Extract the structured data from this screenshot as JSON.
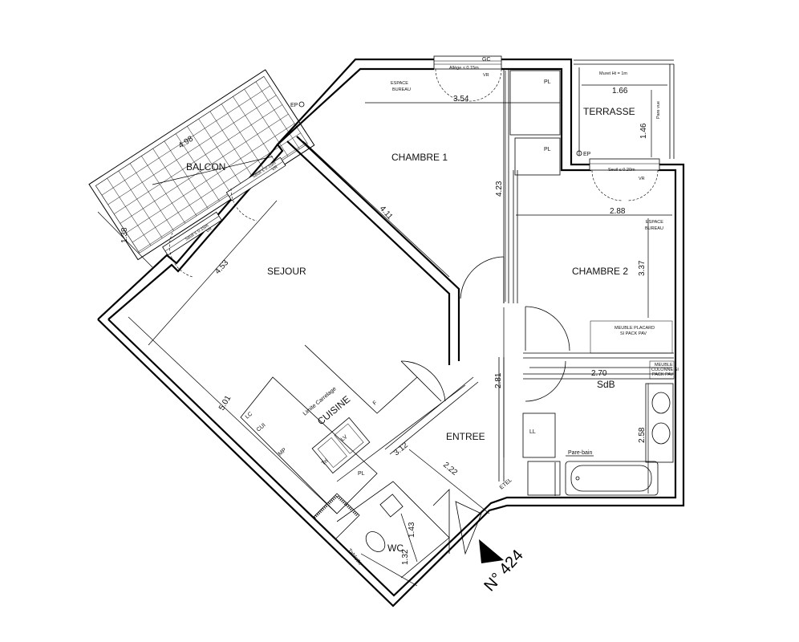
{
  "rooms": {
    "balcon": "BALCON",
    "chambre1": "CHAMBRE 1",
    "terrasse": "TERRASSE",
    "sejour": "SEJOUR",
    "chambre2": "CHAMBRE 2",
    "sdb": "SdB",
    "cuisine": "CUISINE",
    "entree": "ENTREE",
    "wc": "WC"
  },
  "dims": {
    "balcon_len": "4.98",
    "balcon_wid": "1.38",
    "chambre1_w": "3.54",
    "chambre1_diag": "4.11",
    "chambre1_h": "4.23",
    "terrasse_w": "1.66",
    "terrasse_h": "1.46",
    "chambre2_w": "2.88",
    "chambre2_h": "3.37",
    "sejour_w": "4.53",
    "sejour_l": "5.01",
    "sdb_w": "2.70",
    "sdb_h": "2.58",
    "entree_h": "2.81",
    "cuisine_w": "3.12",
    "entree_w": "2.22",
    "wc_h": "1.43",
    "wc_w": "1.32"
  },
  "labels": {
    "gc": "GC",
    "allege": "Allège ≤ 0.15m",
    "vr": "VR",
    "espace_bureau_1": "ESPACE",
    "espace_bureau_2": "BUREAU",
    "pl": "PL",
    "ep": "EP",
    "muret": "Muret Ht = 1m",
    "pare_vue": "Pare vue",
    "seuil_020": "Seuil ≤ 0.20m",
    "seuil_015": "Seuil ≤ 0.15m",
    "meuble_placard_1": "MEUBLE PLACARD",
    "meuble_placard_2": "SI PACK PAV",
    "meuble_colonne_1": "MEUBLE",
    "meuble_colonne_2": "COLONNE SI",
    "meuble_colonne_3": "PACK PAV",
    "limite_carrelage": "Limite Carrelage",
    "lc": "LC",
    "cui": "CUI",
    "mp": "MP",
    "f": "F",
    "lv": "LV",
    "ll": "LL",
    "tri": "Tri",
    "pare_bain": "Pare-bain",
    "etel": "ETEL",
    "tablette": "Tablette"
  },
  "lot_number": "N° 424"
}
